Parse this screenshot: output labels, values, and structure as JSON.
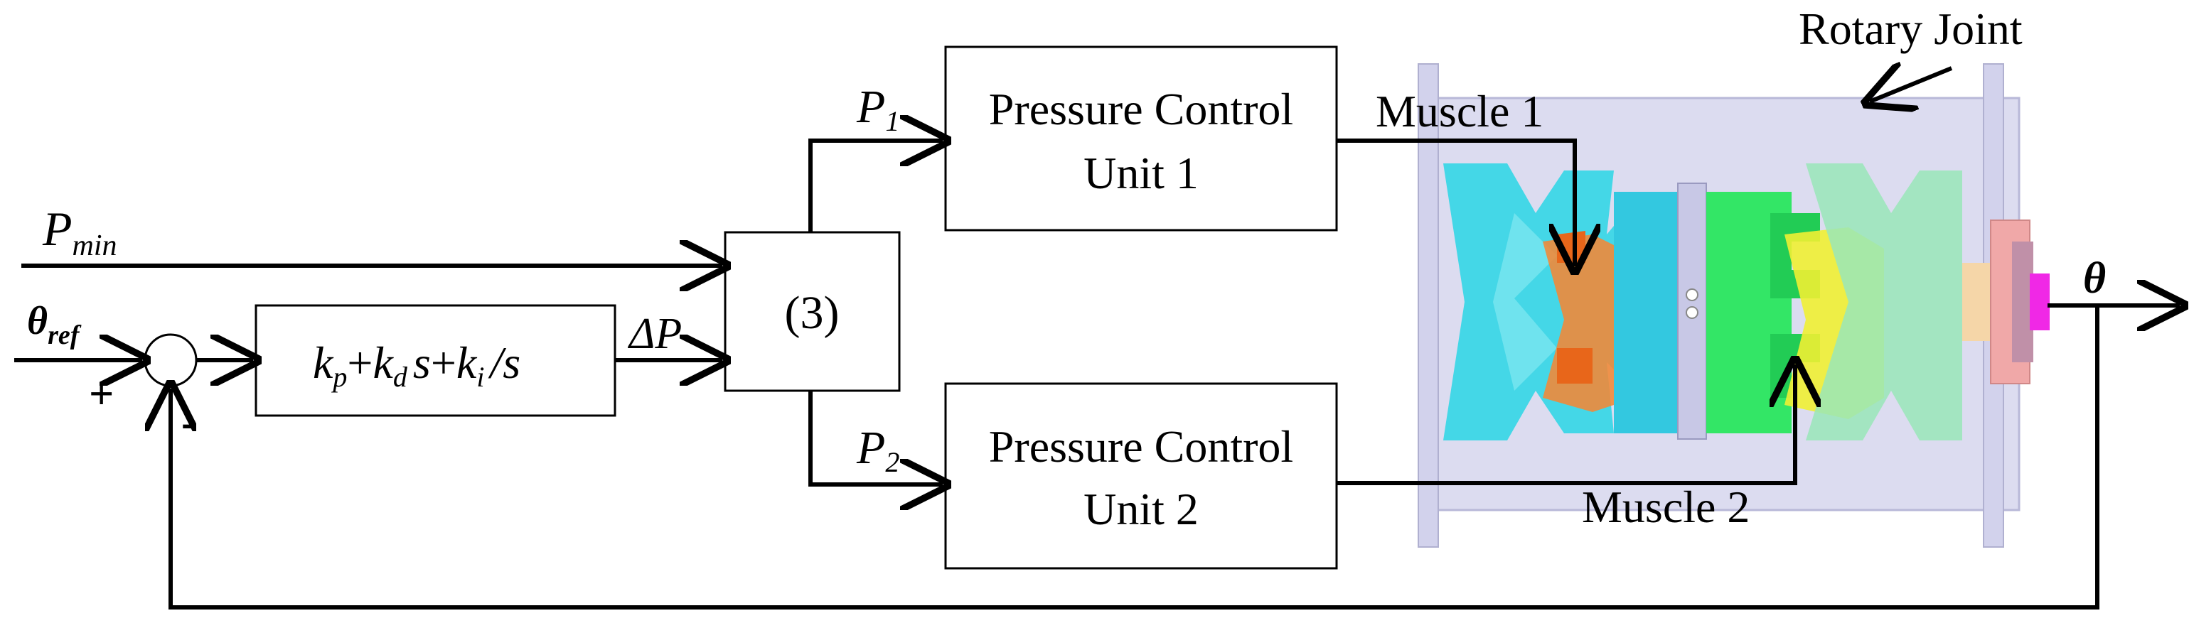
{
  "labels": {
    "p_min": "P",
    "p_min_sub": "min",
    "theta_ref": "θ",
    "theta_ref_sub": "ref",
    "plus": "+",
    "minus": "-",
    "controller": {
      "kp_k": "k",
      "kp_sub": "p",
      "plus1": "+",
      "kd_k": "k",
      "kd_sub": "d",
      "kd_s": "s",
      "plus2": "+",
      "ki_k": "k",
      "ki_sub": "i",
      "ki_tail": "/s"
    },
    "delta_p": "ΔP",
    "block3": "(3)",
    "p1": "P",
    "p1_sub": "1",
    "p2": "P",
    "p2_sub": "2",
    "pcu1_line1": "Pressure Control",
    "pcu1_line2": "Unit 1",
    "pcu2_line1": "Pressure Control",
    "pcu2_line2": "Unit 2",
    "muscle1": "Muscle 1",
    "muscle2": "Muscle 2",
    "rotary_joint": "Rotary Joint",
    "theta_out": "θ"
  },
  "colors": {
    "cyan": "#33d6e6",
    "green": "#33e666",
    "light_green": "#99e6b8",
    "orange": "#f08a3a",
    "yellow": "#f0f033",
    "housing": "#dcdcf0",
    "magenta": "#f028e6",
    "pink": "#f0a8a8",
    "peach": "#f5d6a8"
  }
}
